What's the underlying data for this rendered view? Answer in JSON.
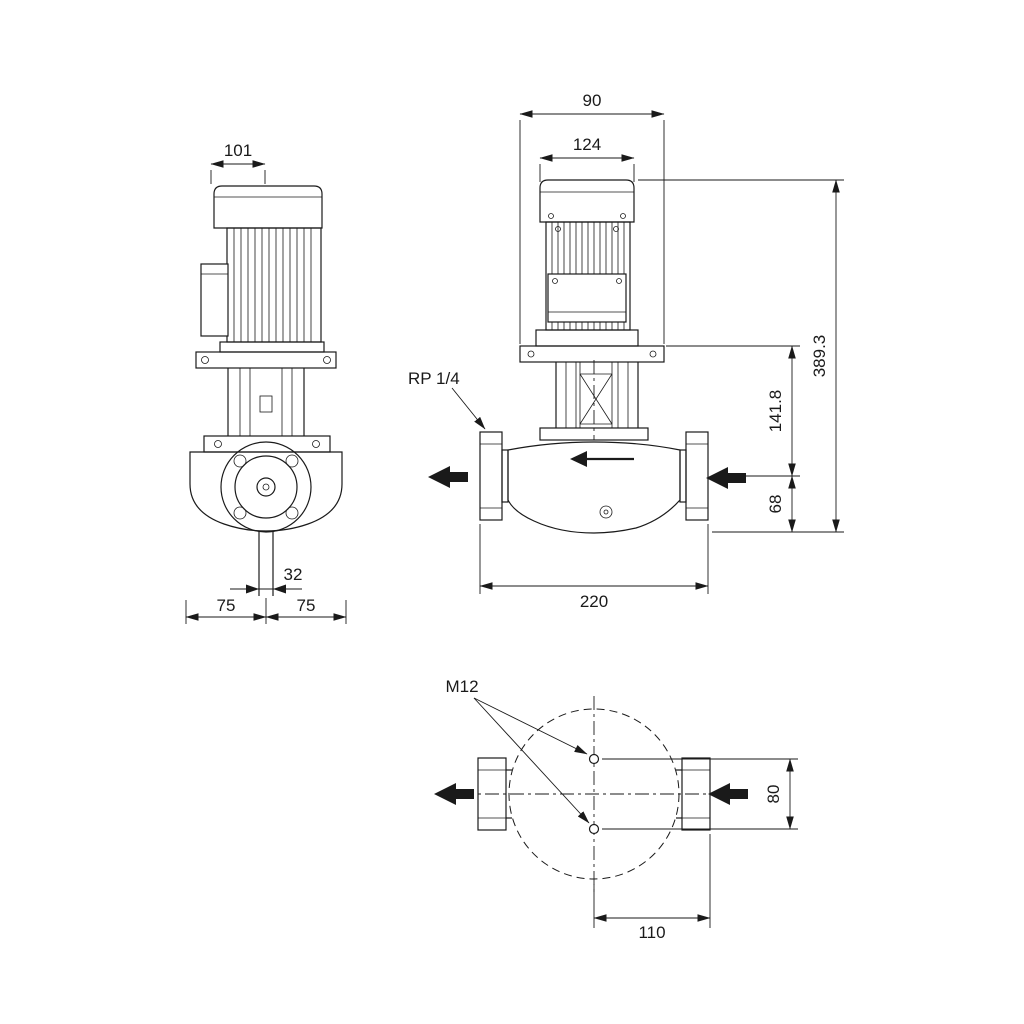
{
  "drawing": {
    "type": "pump-dimensional-drawing",
    "background_color": "#ffffff",
    "line_color": "#1a1a1a",
    "views": {
      "front": {
        "dim_motor_width": "101",
        "dim_port": "32",
        "dim_base_left": "75",
        "dim_base_right": "75"
      },
      "side": {
        "dim_top": "90",
        "dim_fan_cover": "124",
        "dim_total_height": "389.3",
        "dim_flange_to_center": "141.8",
        "dim_center_to_bottom": "68",
        "dim_port_to_port": "220",
        "label_pressure_tapping": "RP 1/4"
      },
      "plan": {
        "label_bolt_size": "M12",
        "dim_hole_spacing": "80",
        "dim_center_to_flange": "110"
      }
    }
  }
}
